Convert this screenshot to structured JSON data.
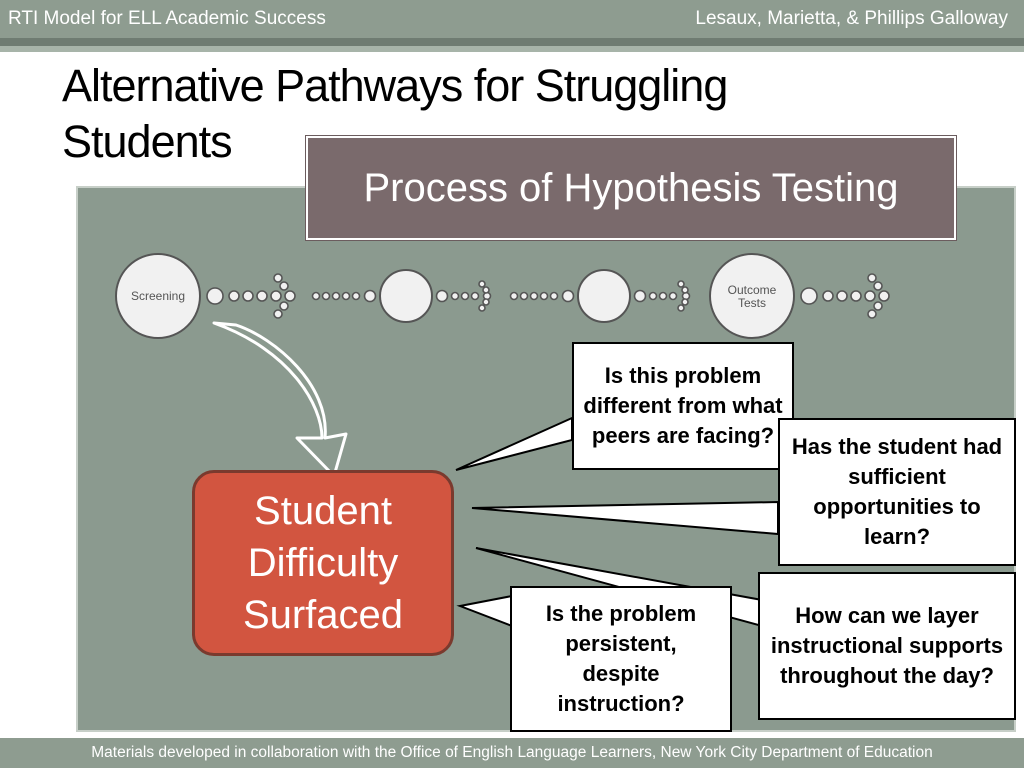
{
  "header": {
    "left": "RTI Model for ELL Academic Success",
    "right": "Lesaux, Marietta, & Phillips Galloway"
  },
  "title": "Alternative Pathways for Struggling Students",
  "process_title": "Process of Hypothesis Testing",
  "flow": {
    "screening_label": "Screening",
    "outcome_label_line1": "Outcome",
    "outcome_label_line2": "Tests"
  },
  "student_box": {
    "line1": "Student",
    "line2": "Difficulty",
    "line3": "Surfaced"
  },
  "questions": {
    "q1": "Is this problem different from what peers are facing?",
    "q2": "Has the student had sufficient opportunities to learn?",
    "q3": "How can we layer instructional supports throughout the day?",
    "q4": "Is the problem persistent, despite instruction?"
  },
  "footer": "Materials developed in collaboration with the Office of English Language Learners, New York City Department of Education",
  "colors": {
    "header_bg": "#8e9c90",
    "panel_bg": "#8b9a8f",
    "process_title_bg": "#7a6a6c",
    "student_box_bg": "#d25540"
  }
}
